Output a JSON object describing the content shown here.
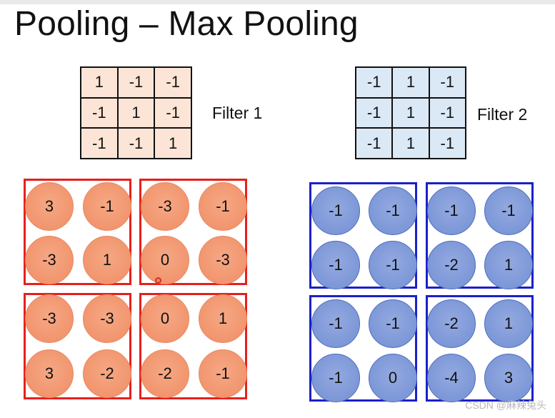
{
  "title": "Pooling – Max Pooling",
  "filter1": {
    "label": "Filter 1",
    "matrix": [
      [
        "1",
        "-1",
        "-1"
      ],
      [
        "-1",
        "1",
        "-1"
      ],
      [
        "-1",
        "-1",
        "1"
      ]
    ],
    "fill_color": "#fce5d6"
  },
  "filter2": {
    "label": "Filter 2",
    "matrix": [
      [
        "-1",
        "1",
        "-1"
      ],
      [
        "-1",
        "1",
        "-1"
      ],
      [
        "-1",
        "1",
        "-1"
      ]
    ],
    "fill_color": "#dbe8f6"
  },
  "output1": {
    "box_color": "#e5201c",
    "circle_color": "#f08d65",
    "blocks": [
      [
        "3",
        "-1",
        "-3",
        "1"
      ],
      [
        "-3",
        "-1",
        "0",
        "-3"
      ],
      [
        "-3",
        "-3",
        "3",
        "-2"
      ],
      [
        "0",
        "1",
        "-2",
        "-1"
      ]
    ]
  },
  "output2": {
    "box_color": "#1b20c8",
    "circle_color": "#7390d4",
    "blocks": [
      [
        "-1",
        "-1",
        "-1",
        "-1"
      ],
      [
        "-1",
        "-1",
        "-2",
        "1"
      ],
      [
        "-1",
        "-1",
        "-1",
        "0"
      ],
      [
        "-2",
        "1",
        "-4",
        "3"
      ]
    ]
  },
  "watermark": "CSDN @麻辣兔头"
}
